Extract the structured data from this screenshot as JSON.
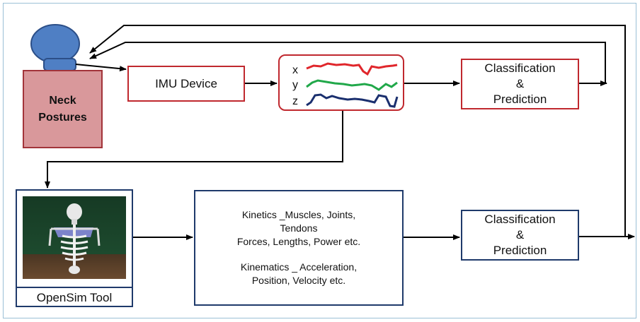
{
  "neck": {
    "label_line1": "Neck",
    "label_line2": "Postures"
  },
  "imu": {
    "label": "IMU Device"
  },
  "signals": {
    "x_label": "x",
    "y_label": "y",
    "z_label": "z",
    "x_color": "#e0262b",
    "y_color": "#21a84a",
    "z_color": "#1a2f6e"
  },
  "classification_top": {
    "line1": "Classification",
    "line2": "&",
    "line3": "Prediction"
  },
  "opensim": {
    "caption": "OpenSim Tool"
  },
  "kinetics": {
    "line1": "Kinetics _Muscles, Joints,",
    "line2": "Tendons",
    "line3": "Forces, Lengths, Power etc.",
    "line4": "Kinematics _ Acceleration,",
    "line5": "Position, Velocity etc."
  },
  "classification_bottom": {
    "line1": "Classification",
    "line2": "&",
    "line3": "Prediction"
  },
  "colors": {
    "red_border": "#c0282e",
    "blue_border": "#1f3a6b",
    "head_fill": "#4f7fc4",
    "neck_fill": "#d9989b",
    "frame": "#9bc0d6"
  }
}
